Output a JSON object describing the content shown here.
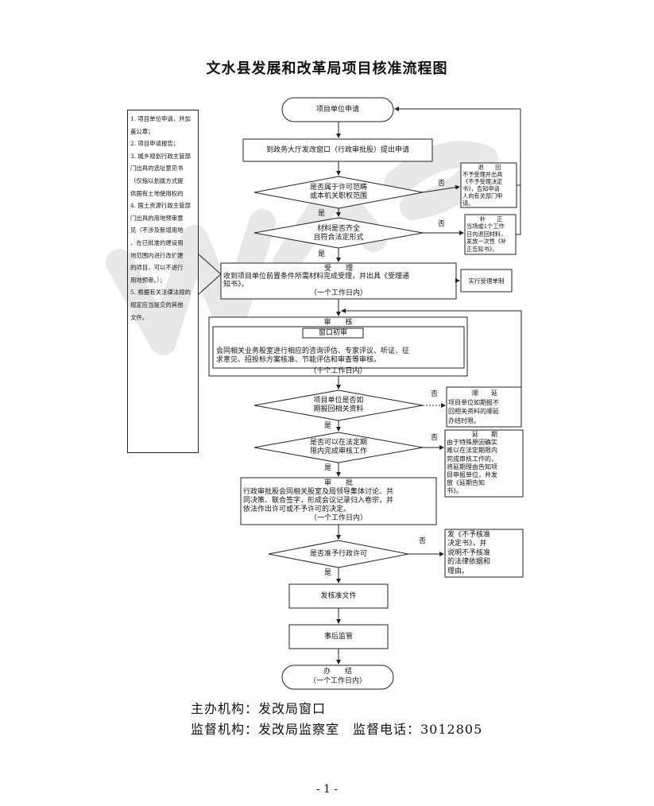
{
  "title": "文水县发展和改革局项目核准流程图",
  "sidebar": {
    "lines": [
      "1. 项目单位申请，并加",
      "盖公章；",
      "2. 项目申请报告；",
      "3. 城乡规划行政主管部",
      "门出具的选址意见书",
      "（仅指以划拨方式提",
      "供国有土地使用权的",
      "4. 国土资源行政主管部",
      "门出具的用地预审意",
      "见（不涉及新增用地",
      "，在已批准的建设用",
      "地范围内进行改扩建",
      "的项目，可以不进行",
      "用地预审。）；",
      "5. 根据有关法律法规的",
      "规定应当提交的其他",
      "文件。"
    ]
  },
  "steps": {
    "apply": "项目单位申请",
    "submit": "到政务大厅发改窗口（行政审批股）提出申请",
    "decision1": [
      "是否属于许可范畴",
      "或本机关职权范围"
    ],
    "decision2": [
      "材料是否齐全",
      "且符合法定形式"
    ],
    "accept": {
      "heading": "受　　理",
      "body": [
        "收到项目单位前置条件所需材料完成受理，并出具《受理通",
        "知书》。"
      ],
      "time": "（一个工作日内）"
    },
    "review": {
      "heading": "审　　核",
      "sub": "窗口初审",
      "body": [
        "会同相关业务股室进行相应的咨询评估、专家评议、听证、征",
        "求意见、招投标方案核准、节能评估和审查等审核。"
      ],
      "time": "（十个工作日内）"
    },
    "decision3": [
      "项目单位是否如",
      "期报回相关资料"
    ],
    "decision4": [
      "是否可以在法定期",
      "限内完成审核工作"
    ],
    "approve": {
      "heading": "审　　批",
      "body": [
        "行政审批股会同相关股室及局领导集体讨论、共",
        "同决策、联合签字，形成会议记录归入卷宗，并",
        "依法作出许可或不予许可的决定。"
      ],
      "time": "（一个工作日内）"
    },
    "decision5": "是否准予行政许可",
    "issue": "发核准文件",
    "supervise": "事后监管",
    "end": {
      "heading": "办　　结",
      "time": "（一个工作日内）"
    }
  },
  "side_boxes": {
    "return": [
      "退　　回",
      "不予受理并出具",
      "《不予受理决定",
      "书》，告知申请",
      "人向有关部门申",
      "请。"
    ],
    "supplement": [
      "补　　正",
      "当场或1个工作",
      "日内退回材料，",
      "发放一次性《补",
      "正告知书》。"
    ],
    "accept_note": "实行受理单制",
    "postpone": [
      "顺　　延",
      "项目单位如期报不",
      "回相关资料的顺延",
      "办结时限。"
    ],
    "extend": [
      "延　　期",
      "由于特殊原因确实",
      "难以在法定期限内",
      "完成审核工作的，",
      "将延期理由告知项",
      "目申报单位，并发",
      "放《延期告知",
      "书》。"
    ],
    "deny": [
      "发《不予核准",
      "决定书》，并",
      "说明不予核准",
      "的法律依据和",
      "理由。"
    ]
  },
  "labels": {
    "yes": "是",
    "no": "否"
  },
  "footer": {
    "organizer": "主办机构：发改局窗口",
    "supervisor": "监督机构：发改局监察室　监督电话：3012805"
  },
  "page_number": "- 1 -",
  "colors": {
    "line": "#222222",
    "watermark": "#e6e6e6"
  }
}
